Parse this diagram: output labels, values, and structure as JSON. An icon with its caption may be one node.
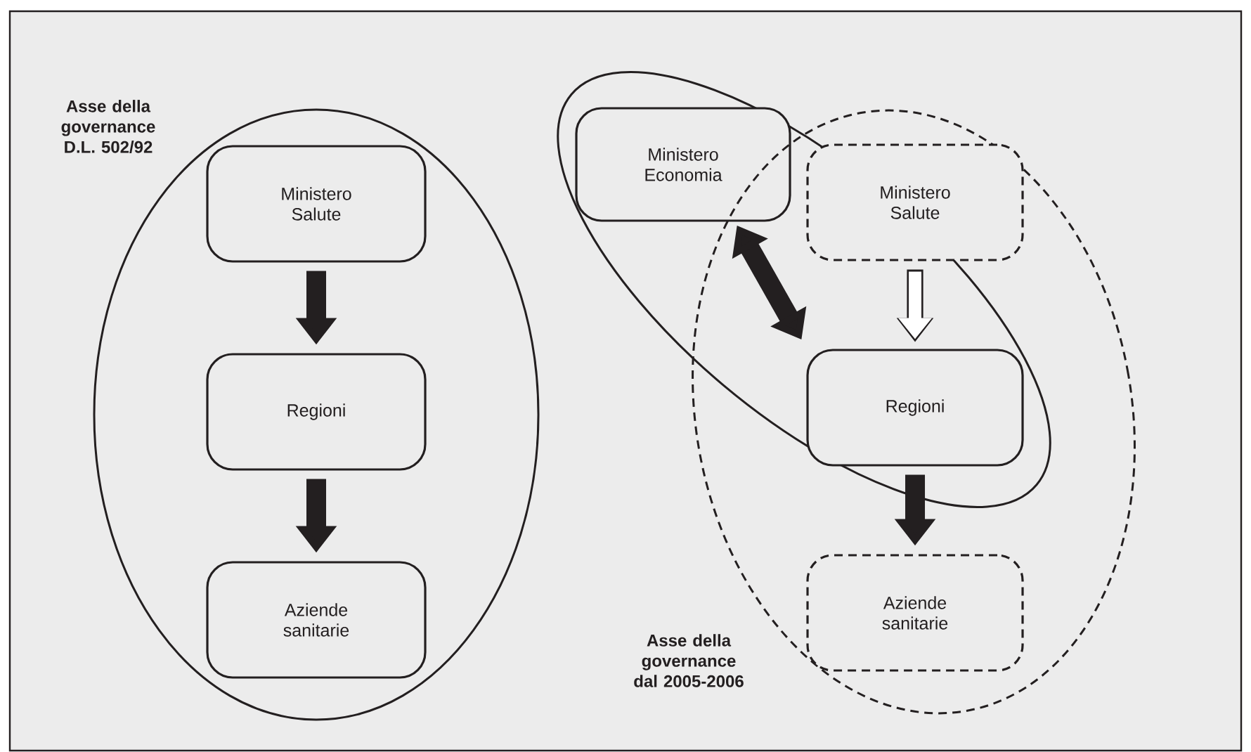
{
  "diagram": {
    "nodes": [
      {
        "text": [
          "Asse della governance D.L. 502/92"
        ]
      },
      {
        "text": [
          "Ministero Salute"
        ],
        "in": 0
      },
      {
        "text": [
          "Regioni"
        ],
        "in": 0
      },
      {
        "text": [
          "Aziende sanitarie"
        ],
        "in": 0
      },
      {
        "text": [],
        "shape": "ellipse"
      },
      {
        "text": [
          "Asse della governance dal 2005-2006"
        ]
      },
      {
        "text": [
          "Ministero Economia"
        ],
        "in": 4
      },
      {
        "text": [
          "Ministero Salute"
        ],
        "in": 5
      },
      {
        "text": [
          "Regioni"
        ]
      },
      {
        "text": [
          "Aziende sanitarie"
        ],
        "in": 5
      }
    ],
    "edges": [
      {
        "from": 1,
        "to": 2,
        "arrow": "to"
      },
      {
        "from": 2,
        "to": 3,
        "arrow": "to"
      },
      {
        "from": 6,
        "to": 8,
        "arrow": "both"
      },
      {
        "from": 7,
        "to": 8,
        "arrow": "to"
      },
      {
        "from": 8,
        "to": 9,
        "arrow": "to"
      }
    ]
  }
}
